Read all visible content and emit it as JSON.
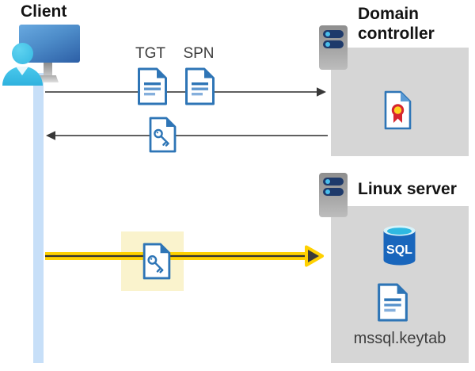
{
  "client": {
    "label": "Client"
  },
  "tickets": {
    "tgt_label": "TGT",
    "spn_label": "SPN"
  },
  "domain_controller": {
    "label": "Domain controller"
  },
  "linux_server": {
    "label": "Linux server",
    "sql_icon_label": "SQL",
    "keytab_label": "mssql.keytab"
  },
  "icons": {
    "client": "user-at-monitor",
    "domain_controller": "server",
    "linux_server": "server",
    "tgt": "document",
    "spn": "document",
    "service_ticket": "key-document",
    "certificate": "certificate-document",
    "sql_database": "sql-database-cylinder",
    "keytab": "document"
  },
  "flows": [
    {
      "from": "client",
      "to": "domain-controller",
      "style": "thin-gray-arrow-right",
      "carries": [
        "TGT",
        "SPN"
      ]
    },
    {
      "from": "domain-controller",
      "to": "client",
      "style": "thin-gray-arrow-left",
      "carries": [
        "key-document"
      ]
    },
    {
      "from": "client",
      "to": "linux-server",
      "style": "yellow-highlighted-arrow-right",
      "carries": [
        "key-document"
      ]
    }
  ],
  "colors": {
    "document_blue": "#2E75B6",
    "highlight_yellow": "#FFD100",
    "highlight_box_cream": "#FAF3CD",
    "group_box_gray": "#D6D6D6",
    "lifeline_blue": "#C7DFF8",
    "sql_blue": "#1966BC",
    "arrow_gray": "#4A4A4A",
    "cert_red": "#D6252E",
    "cert_gold": "#FFD21E",
    "server_pill_navy": "#1E3A6B"
  }
}
